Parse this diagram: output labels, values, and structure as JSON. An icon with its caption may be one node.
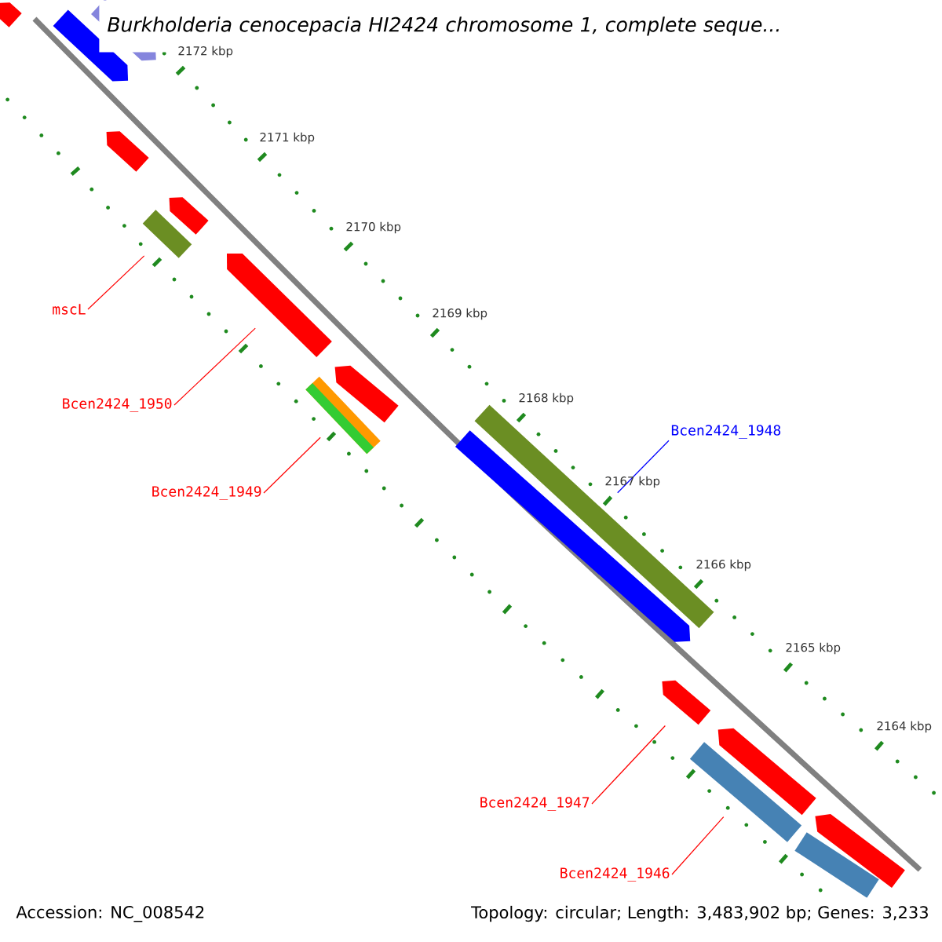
{
  "diagram": {
    "title": "Burkholderia cenocepacia HI2424 chromosome 1, complete seque...",
    "nodes": [
      {
        "text": [
          "mscL"
        ]
      },
      {
        "text": [],
        "shape": "bar"
      },
      {
        "text": [
          "Bcen2424_1950"
        ]
      },
      {
        "text": [],
        "shape": "arrow"
      },
      {
        "text": [
          "Bcen2424_1949"
        ]
      },
      {
        "text": [],
        "shape": "bar"
      },
      {
        "text": [
          "Bcen2424_1948"
        ]
      },
      {
        "text": [],
        "shape": "bar"
      },
      {
        "text": [
          "Bcen2424_1947"
        ]
      },
      {
        "text": [],
        "shape": "arrow"
      },
      {
        "text": [
          "Bcen2424_1946"
        ]
      },
      {
        "text": [],
        "shape": "bar"
      },
      {
        "text": [],
        "shape": "arrow"
      },
      {
        "text": [],
        "shape": "arrow"
      },
      {
        "text": [],
        "shape": "arrow"
      },
      {
        "text": [],
        "shape": "arrow"
      },
      {
        "text": [],
        "shape": "arrow"
      },
      {
        "text": [],
        "shape": "arrow"
      },
      {
        "text": [],
        "shape": "arrow"
      },
      {
        "text": [],
        "shape": "arrow"
      },
      {
        "text": [],
        "shape": "arrow"
      },
      {
        "text": [],
        "shape": "bar"
      }
    ],
    "edges": [
      {
        "from": 0,
        "to": 1,
        "arrow": "none"
      },
      {
        "from": 2,
        "to": 3,
        "arrow": "none"
      },
      {
        "from": 4,
        "to": 5,
        "arrow": "none"
      },
      {
        "from": 6,
        "to": 7,
        "arrow": "none",
        "color": "#0000ff"
      },
      {
        "from": 8,
        "to": 9,
        "arrow": "none"
      },
      {
        "from": 10,
        "to": 11,
        "arrow": "none"
      }
    ],
    "labels": [
      "2172 kbp",
      "2171 kbp",
      "2170 kbp",
      "2169 kbp",
      "2168 kbp",
      "2167 kbp",
      "2166 kbp",
      "2165 kbp",
      "2164 kbp",
      "Accession: NC_008542",
      "Topology: circular; Length: 3,483,902 bp; Genes: 3,233"
    ]
  }
}
